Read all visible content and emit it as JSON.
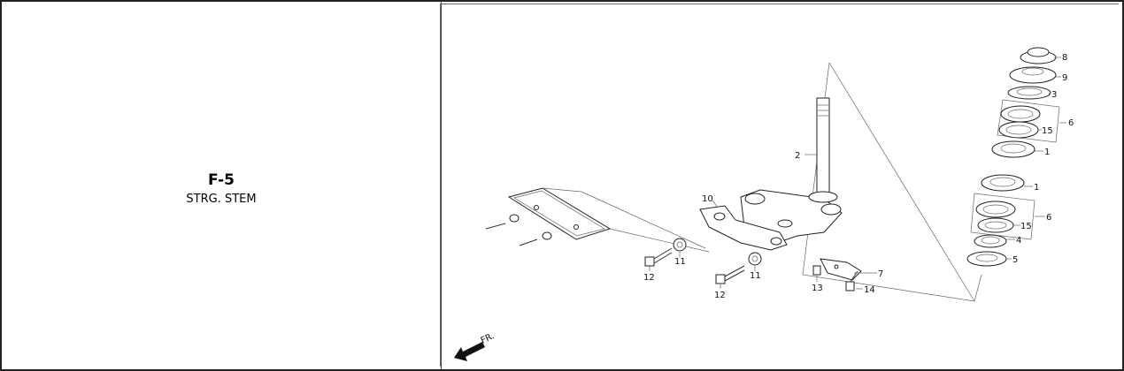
{
  "section": {
    "code": "F-5",
    "name": "STRG. STEM"
  },
  "diagram": {
    "front_label": "FR.",
    "callouts": {
      "c1a": "1",
      "c1b": "1",
      "c2": "2",
      "c3": "3",
      "c4": "4",
      "c5": "5",
      "c6a": "6",
      "c6b": "6",
      "c7": "7",
      "c8": "8",
      "c9": "9",
      "c10": "10",
      "c11a": "11",
      "c11b": "11",
      "c12a": "12",
      "c12b": "12",
      "c13": "13",
      "c14": "14",
      "c15a": "15",
      "c15b": "15"
    }
  },
  "colors": {
    "line": "#333333",
    "arrow": "#111111"
  }
}
